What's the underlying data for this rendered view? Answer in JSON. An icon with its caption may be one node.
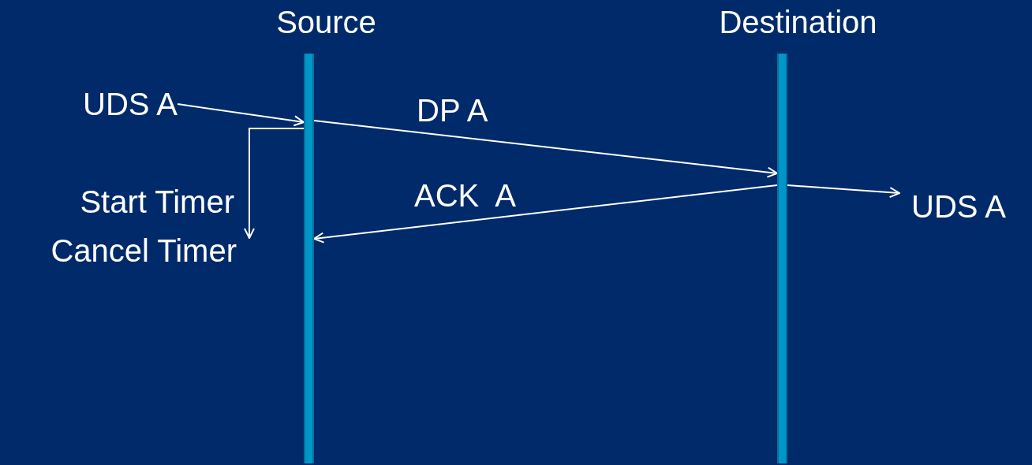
{
  "diagram": {
    "nodes": [
      {
        "text": [
          "Source"
        ]
      },
      {
        "text": [
          "Destination"
        ]
      },
      {
        "text": [
          "UDS A"
        ]
      },
      {
        "text": [
          "UDS A"
        ]
      },
      {
        "text": [
          "Cancel Timer"
        ]
      }
    ],
    "edges": [
      {
        "from": 2,
        "to": 0,
        "arrow": "to"
      },
      {
        "from": 0,
        "to": 1,
        "arrow": "to",
        "label": "DP A"
      },
      {
        "from": 1,
        "to": 0,
        "arrow": "to",
        "label": "ACK  A"
      },
      {
        "from": 1,
        "to": 3,
        "arrow": "to"
      },
      {
        "from": 0,
        "to": 4,
        "arrow": "to"
      }
    ],
    "labels": [
      "Start Timer"
    ]
  }
}
